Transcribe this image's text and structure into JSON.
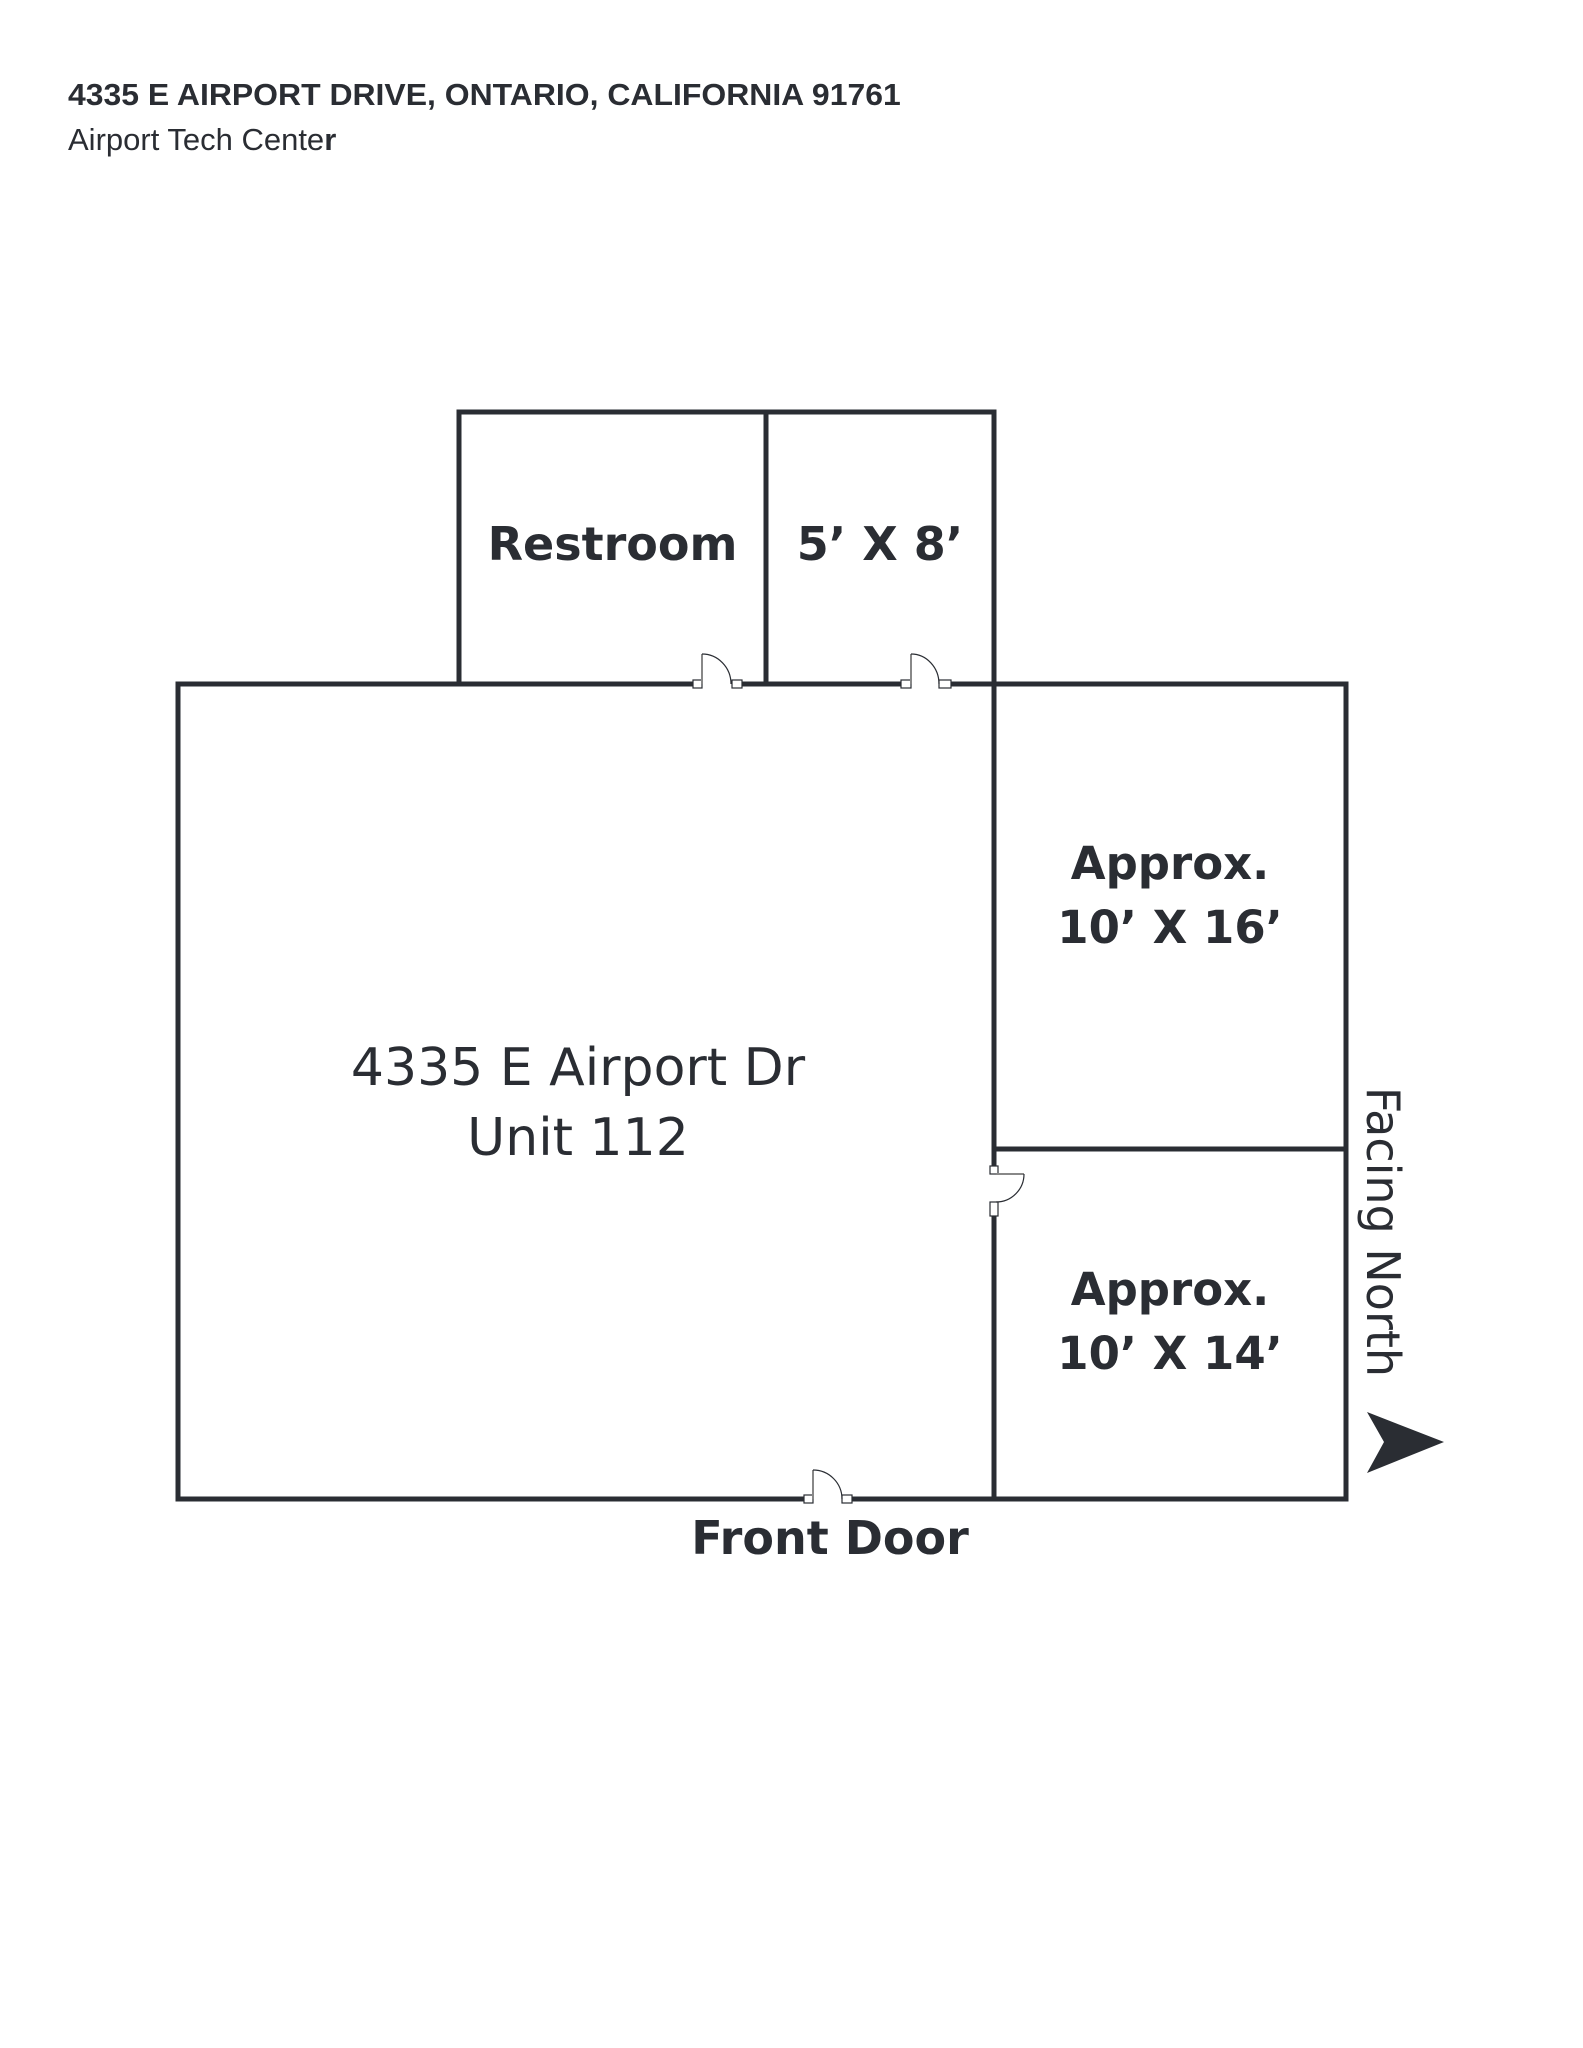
{
  "header": {
    "title": "4335 E AIRPORT DRIVE, ONTARIO, CALIFORNIA 91761",
    "subtitle_main": "Airport Tech Cente",
    "subtitle_tail": "r"
  },
  "floor_plan": {
    "wall_color": "#2a2d33",
    "main_unit": {
      "line1": "4335 E Airport Dr",
      "line2": "Unit 112"
    },
    "rooms": [
      {
        "id": "restroom",
        "label": "Restroom"
      },
      {
        "id": "closet",
        "label": "5’ X 8’"
      },
      {
        "id": "office-north",
        "line1": "Approx.",
        "line2": "10’ X 16’"
      },
      {
        "id": "office-south",
        "line1": "Approx.",
        "line2": "10’ X 14’"
      }
    ],
    "front_door_label": "Front Door",
    "orientation_label": "Facing North",
    "orientation_icon": "arrow-right-icon"
  }
}
